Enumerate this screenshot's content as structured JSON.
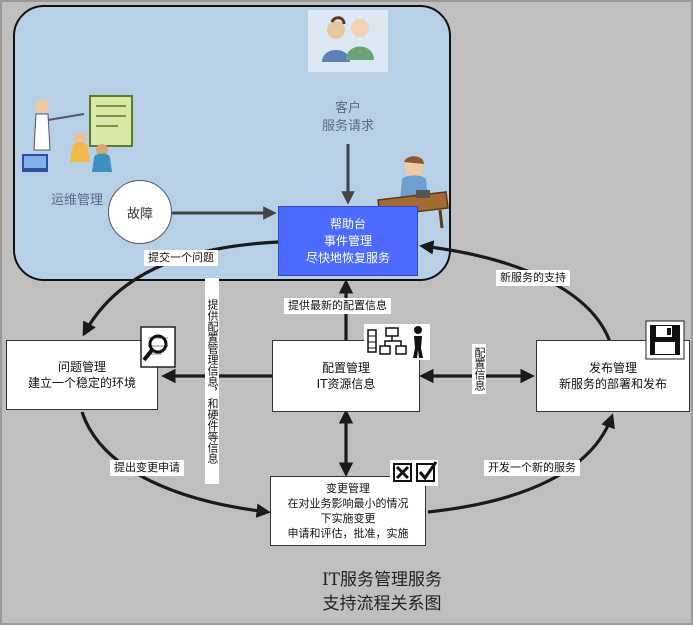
{
  "caption": {
    "line1": "IT服务管理服务",
    "line2": "支持流程关系图"
  },
  "customer": {
    "line1": "客户",
    "line2": "服务请求"
  },
  "ops_label": "运维管理",
  "fault_label": "故障",
  "helpdesk": {
    "line1": "帮助台",
    "line2": "事件管理",
    "line3": "尽快地恢复服务"
  },
  "problem": {
    "line1": "问题管理",
    "line2": "建立一个稳定的环境"
  },
  "config": {
    "line1": "配置管理",
    "line2": "IT资源信息"
  },
  "release": {
    "line1": "发布管理",
    "line2": "新服务的部署和发布"
  },
  "change": {
    "line1": "变更管理",
    "line2": "在对业务影响最小的情况",
    "line3": "下实施变更",
    "line4": "申请和评估，批准，实施"
  },
  "edge_labels": {
    "submit_problem": "提交一个问题",
    "latest_config": "提供最新的配置信息",
    "config_mgmt_info": "提供配置管理信息，和硬件等信息",
    "config_info": "配置信息",
    "new_service_support": "新服务的支持",
    "change_request": "提出变更申请",
    "develop_new_service": "开发一个新的服务"
  },
  "icons": [
    "people-icon",
    "presenter-icon",
    "helpdesk-person-icon",
    "magnifier-icon",
    "org-chart-icon",
    "floppy-disk-icon",
    "checkbox-icon"
  ],
  "colors": {
    "background": "#bfbfbf",
    "upper_region": "#b8d0e6",
    "helpdesk": "#4d6bff",
    "arrow": "#1a1a1a",
    "muted_text": "#5a6a8a"
  }
}
